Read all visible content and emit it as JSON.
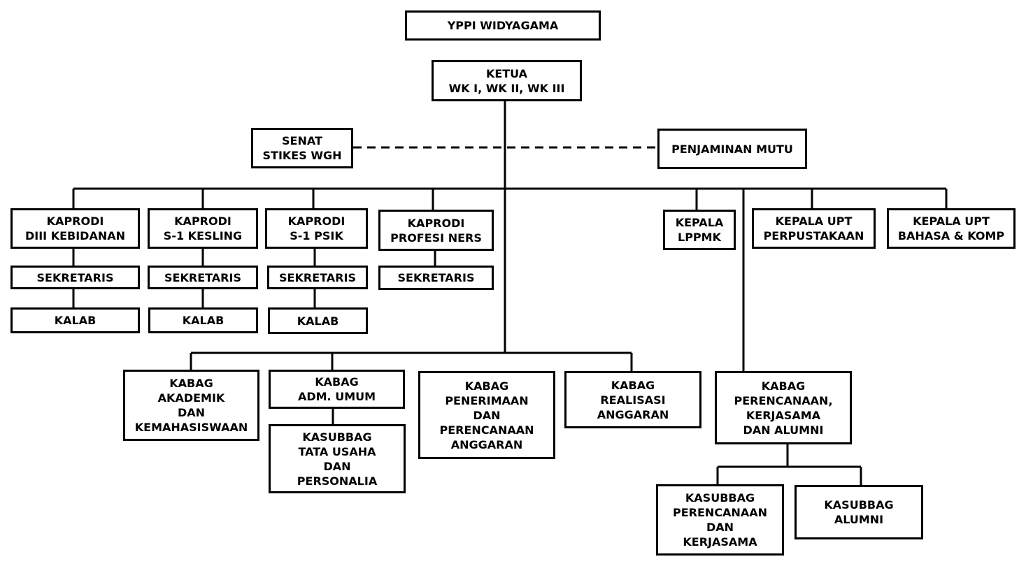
{
  "chart": {
    "title_box": "YPPI WIDYAGAMA",
    "ketua": "KETUA\nWK I, WK II, WK III",
    "senat": "SENAT\nSTIKES WGH",
    "penjaminan": "PENJAMINAN MUTU",
    "prodi": [
      {
        "kaprodi": "KAPRODI\nDIII KEBIDANAN",
        "sekretaris": "SEKRETARIS",
        "kalab": "KALAB"
      },
      {
        "kaprodi": "KAPRODI\nS-1 KESLING",
        "sekretaris": "SEKRETARIS",
        "kalab": "KALAB"
      },
      {
        "kaprodi": "KAPRODI\nS-1 PSIK",
        "sekretaris": "SEKRETARIS",
        "kalab": "KALAB"
      },
      {
        "kaprodi": "KAPRODI\nPROFESI NERS",
        "sekretaris": "SEKRETARIS"
      }
    ],
    "units": {
      "lppmk": "KEPALA\nLPPMK",
      "perpustakaan": "KEPALA UPT\nPERPUSTAKAAN",
      "bahasa": "KEPALA UPT\nBAHASA & KOMP"
    },
    "kabag": {
      "akademik": "KABAG\nAKADEMIK\nDAN\nKEMAHASISWAAN",
      "adm_umum": "KABAG\nADM. UMUM",
      "kasubbag_tu": "KASUBBAG\nTATA USAHA\nDAN\nPERSONALIA",
      "penerimaan": "KABAG\nPENERIMAAN\nDAN\nPERENCANAAN\nANGGARAN",
      "realisasi": "KABAG\nREALISASI\nANGGARAN",
      "perencanaan": "KABAG\nPERENCANAAN,\nKERJASAMA\nDAN ALUMNI",
      "kasubbag_perencanaan": "KASUBBAG\nPERENCANAAN\nDAN\nKERJASAMA",
      "kasubbag_alumni": "KASUBBAG\nALUMNI"
    }
  }
}
